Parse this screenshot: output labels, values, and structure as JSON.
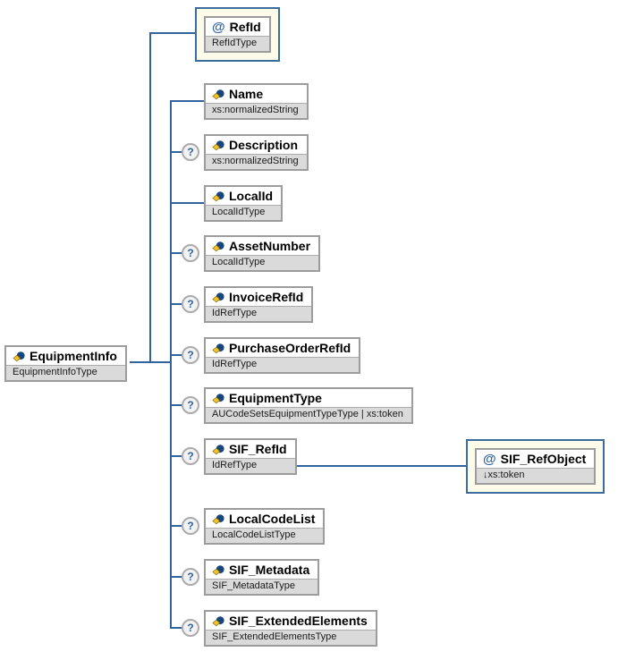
{
  "icons": {
    "optional": "?",
    "attribute": "@"
  },
  "root": {
    "name": "EquipmentInfo",
    "type": "EquipmentInfoType"
  },
  "attributes": {
    "refid": {
      "name": "RefId",
      "type": "RefIdType"
    },
    "sif_refobject": {
      "name": "SIF_RefObject",
      "type": "↓xs:token"
    }
  },
  "children": [
    {
      "name": "Name",
      "type": "xs:normalizedString",
      "optional": false
    },
    {
      "name": "Description",
      "type": "xs:normalizedString",
      "optional": true
    },
    {
      "name": "LocalId",
      "type": "LocalIdType",
      "optional": false
    },
    {
      "name": "AssetNumber",
      "type": "LocalIdType",
      "optional": true
    },
    {
      "name": "InvoiceRefId",
      "type": "IdRefType",
      "optional": true
    },
    {
      "name": "PurchaseOrderRefId",
      "type": "IdRefType",
      "optional": true
    },
    {
      "name": "EquipmentType",
      "type": "AUCodeSetsEquipmentTypeType | xs:token",
      "optional": true
    },
    {
      "name": "SIF_RefId",
      "type": "IdRefType",
      "optional": true
    },
    {
      "name": "LocalCodeList",
      "type": "LocalCodeListType",
      "optional": true
    },
    {
      "name": "SIF_Metadata",
      "type": "SIF_MetadataType",
      "optional": true
    },
    {
      "name": "SIF_ExtendedElements",
      "type": "SIF_ExtendedElementsType",
      "optional": true
    }
  ],
  "colors": {
    "connector": "#31639C",
    "attribute_border": "#3A6C9E",
    "attribute_background": "#FCFBEA",
    "box_border": "#9C9C9C",
    "type_strip_background": "#DADADA",
    "optional_mark": "#31639C"
  }
}
